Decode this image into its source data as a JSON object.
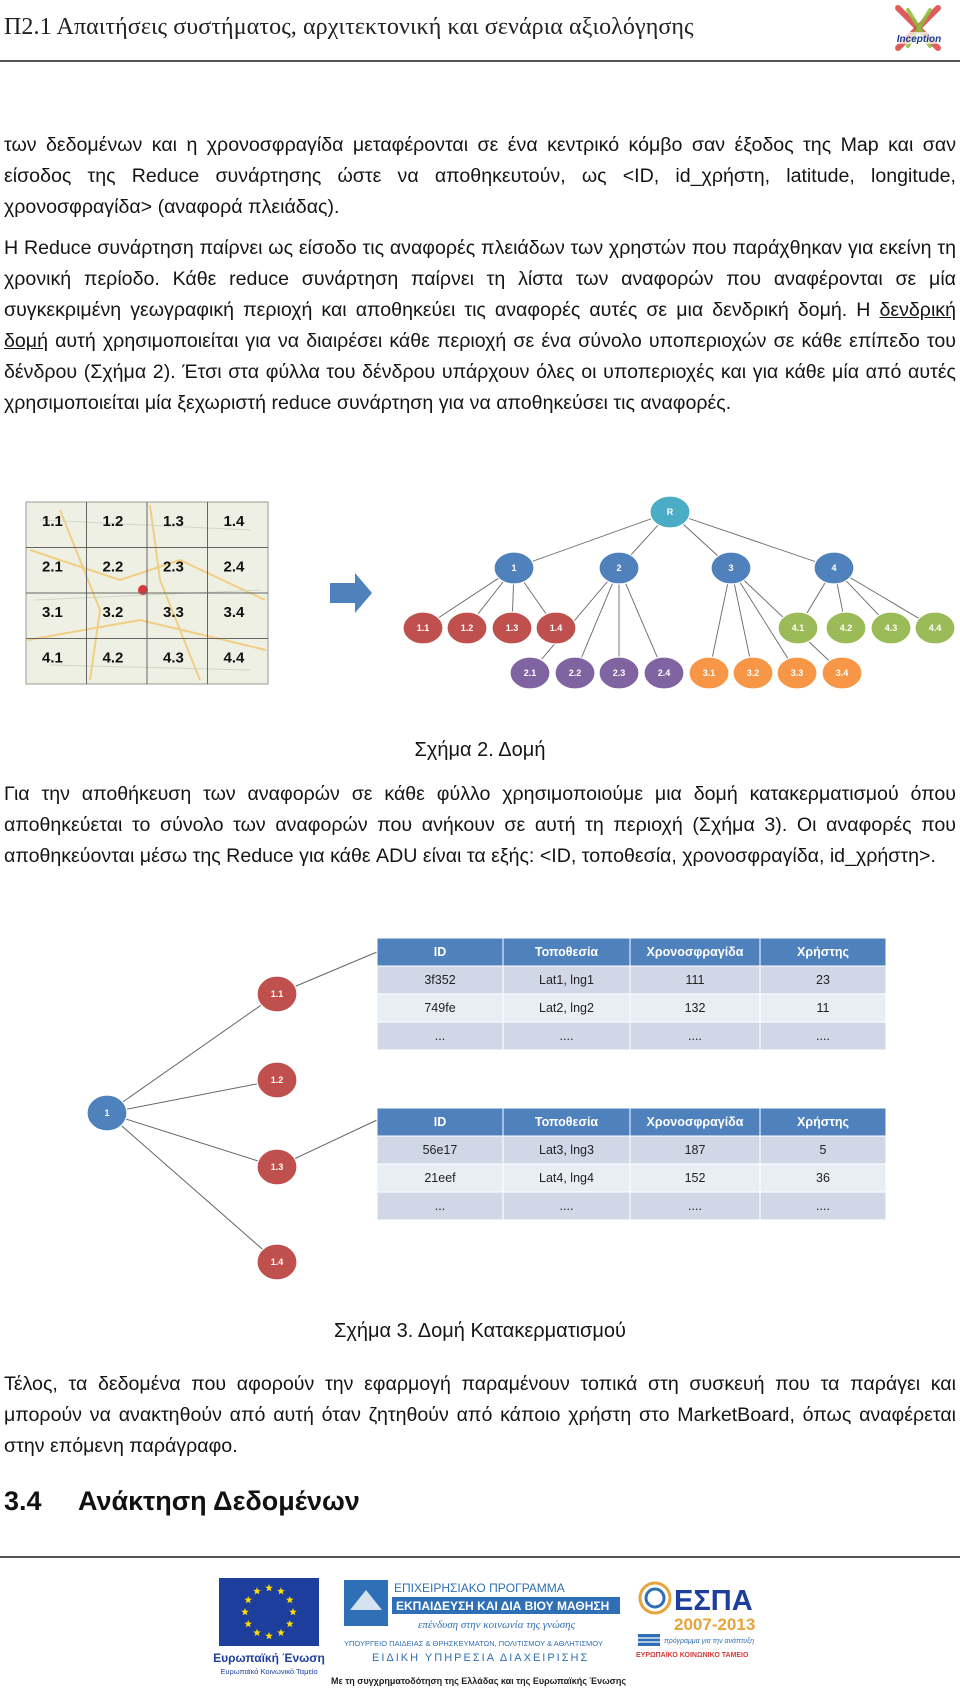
{
  "header": {
    "title": "Π2.1 Απαιτήσεις συστήματος, αρχιτεκτονική και σενάρια αξιολόγησης",
    "logo_text": "Inception"
  },
  "paragraphs": {
    "p1": "των δεδομένων και η χρονοσφραγίδα μεταφέρονται σε ένα κεντρικό κόμβο σαν έξοδος της Map και σαν είσοδος της Reduce συνάρτησης ώστε να αποθηκευτούν, ως <ID, id_χρήστη, latitude, longitude, χρονοσφραγίδα> (αναφορά πλειάδας).",
    "p2a": "Η Reduce συνάρτηση παίρνει ως είσοδο τις αναφορές πλειάδων των χρηστών που παράχθηκαν για εκείνη τη χρονική περίοδο. Κάθε reduce συνάρτηση παίρνει τη λίστα των αναφορών που αναφέρονται σε μία συγκεκριμένη γεωγραφική περιοχή και αποθηκεύει τις αναφορές αυτές σε μια δενδρική δομή. Η ",
    "p2_link": "δενδρική δομή",
    "p2b": " αυτή χρησιμοποιείται για να διαιρέσει κάθε περιοχή σε ένα σύνολο υποπεριοχών σε κάθε επίπεδο του δένδρου (Σχήμα 2). Έτσι στα φύλλα του δένδρου υπάρχουν όλες οι υποπεριοχές και για κάθε μία από αυτές χρησιμοποιείται μία ξεχωριστή reduce συνάρτηση για να αποθηκεύσει τις αναφορές.",
    "p3": "Για την αποθήκευση των αναφορών σε κάθε φύλλο χρησιμοποιούμε μια δομή κατακερματισμού όπου αποθηκεύεται το σύνολο των αναφορών που ανήκουν σε αυτή τη περιοχή (Σχήμα 3). Οι αναφορές που αποθηκεύονται μέσω της Reduce για κάθε ADU είναι τα εξής: <ID, τοποθεσία, χρονοσφραγίδα, id_χρήστη>.",
    "p4": "Τέλος, τα δεδομένα που αφορούν την εφαρμογή παραμένουν τοπικά στη συσκευή που τα παράγει και μπορούν να ανακτηθούν από αυτή όταν ζητηθούν από κάποιο χρήστη στο MarketBoard, όπως αναφέρεται στην επόμενη παράγραφο."
  },
  "figure2": {
    "caption": "Σχήμα 2. Δομή",
    "grid": [
      "1.1",
      "1.2",
      "1.3",
      "1.4",
      "2.1",
      "2.2",
      "2.3",
      "2.4",
      "3.1",
      "3.2",
      "3.3",
      "3.4",
      "4.1",
      "4.2",
      "4.3",
      "4.4"
    ],
    "root": "R",
    "level1": [
      "1",
      "2",
      "3",
      "4"
    ],
    "leaves": [
      "1.1",
      "1.2",
      "1.3",
      "1.4",
      "2.1",
      "2.2",
      "2.3",
      "2.4",
      "3.1",
      "3.2",
      "3.3",
      "3.4",
      "4.1",
      "4.2",
      "4.3",
      "4.4"
    ],
    "colors": {
      "root": "#4bacc6",
      "level1": "#4f81bd",
      "g1": "#c0504d",
      "g2": "#8064a2",
      "g3": "#f79646",
      "g4": "#9bbb59"
    }
  },
  "figure3": {
    "caption": "Σχήμα 3. Δομή Κατακερματισμού",
    "root": "1",
    "children": [
      "1.1",
      "1.2",
      "1.3",
      "1.4"
    ],
    "columns": [
      "ID",
      "Τοποθεσία",
      "Χρονοσφραγίδα",
      "Χρήστης"
    ],
    "table1": [
      [
        "3f352",
        "Lat1, lng1",
        "111",
        "23"
      ],
      [
        "749fe",
        "Lat2, lng2",
        "132",
        "11"
      ],
      [
        "...",
        "....",
        "....",
        "...."
      ]
    ],
    "table2": [
      [
        "56e17",
        "Lat3, lng3",
        "187",
        "5"
      ],
      [
        "21eef",
        "Lat4, lng4",
        "152",
        "36"
      ],
      [
        "...",
        "....",
        "....",
        "...."
      ]
    ],
    "colors": {
      "header": "#4f81bd",
      "row_odd": "#d0d8e8",
      "row_even": "#e9edf4",
      "node_root": "#4f81bd",
      "node_child": "#c0504d"
    }
  },
  "section": {
    "number": "3.4",
    "title": "Ανάκτηση Δεδομένων"
  },
  "footer": {
    "eu_label": "Ευρωπαϊκή Ένωση",
    "eu_sub": "Ευρωπαϊκό Κοινωνικό Ταμείο",
    "program_line1": "ΕΠΙΧΕΙΡΗΣΙΑΚΟ ΠΡΟΓΡΑΜΜΑ",
    "program_line2": "ΕΚΠΑΙΔΕΥΣΗ ΚΑΙ ΔΙΑ ΒΙΟΥ ΜΑΘΗΣΗ",
    "program_slogan": "επένδυση στην κοινωνία της γνώσης",
    "ministry": "ΥΠΟΥΡΓΕΙΟ ΠΑΙΔΕΙΑΣ & ΘΡΗΣΚΕΥΜΑΤΩΝ, ΠΟΛΙΤΙΣΜΟΥ & ΑΘΛΗΤΙΣΜΟΥ",
    "agency": "ΕΙΔΙΚΗ ΥΠΗΡΕΣΙΑ ΔΙΑΧΕΙΡΙΣΗΣ",
    "espa": "ΕΣΠΑ",
    "espa_years": "2007-2013",
    "espa_sub1": "πρόγραμμα για την ανάπτυξη",
    "espa_sub2": "ΕΥΡΩΠΑΪΚΟ ΚΟΙΝΩΝΙΚΟ ΤΑΜΕΙΟ",
    "cofund": "Με τη συγχρηματοδότηση της Ελλάδας και της Ευρωπαϊκής Ένωσης"
  }
}
